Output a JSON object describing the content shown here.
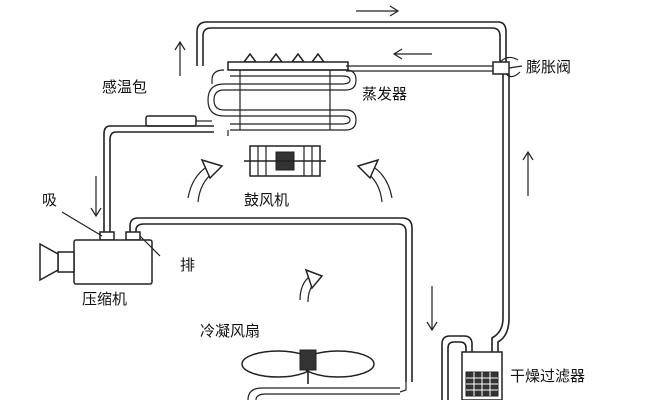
{
  "labels": {
    "sensing_bulb": "感温包",
    "evaporator": "蒸发器",
    "expansion_valve": "膨胀阀",
    "blower": "鼓风机",
    "suction": "吸",
    "discharge": "排",
    "compressor": "压缩机",
    "condenser_fan": "冷凝风扇",
    "filter_drier": "干燥过滤器"
  },
  "colors": {
    "line": "#222222",
    "background": "#ffffff"
  }
}
